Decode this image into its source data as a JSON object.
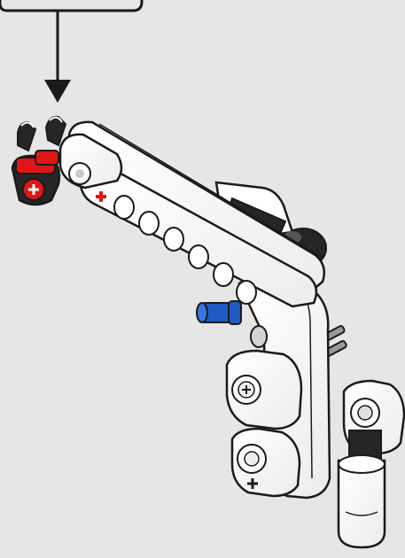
{
  "diagram": {
    "callout": {
      "text": ""
    },
    "colors": {
      "background": "#e6e6e6",
      "beam": "#ffffff",
      "outline": "#1a1a1a",
      "hole_shadow": "#d4d4d4",
      "red_peg": "#e01616",
      "blue_peg": "#1e5bc6",
      "dark_part": "#262626",
      "gray_axle": "#9a9a9a"
    },
    "parts": [
      "callout-box",
      "insert-arrow",
      "black-connector-pegs",
      "red-cross-axle-pegs",
      "long-studless-beam",
      "angled-beam",
      "blue-connector-peg",
      "black-top-connector",
      "gray-axles",
      "vertical-cross-block",
      "white-wheel-bushing"
    ]
  }
}
